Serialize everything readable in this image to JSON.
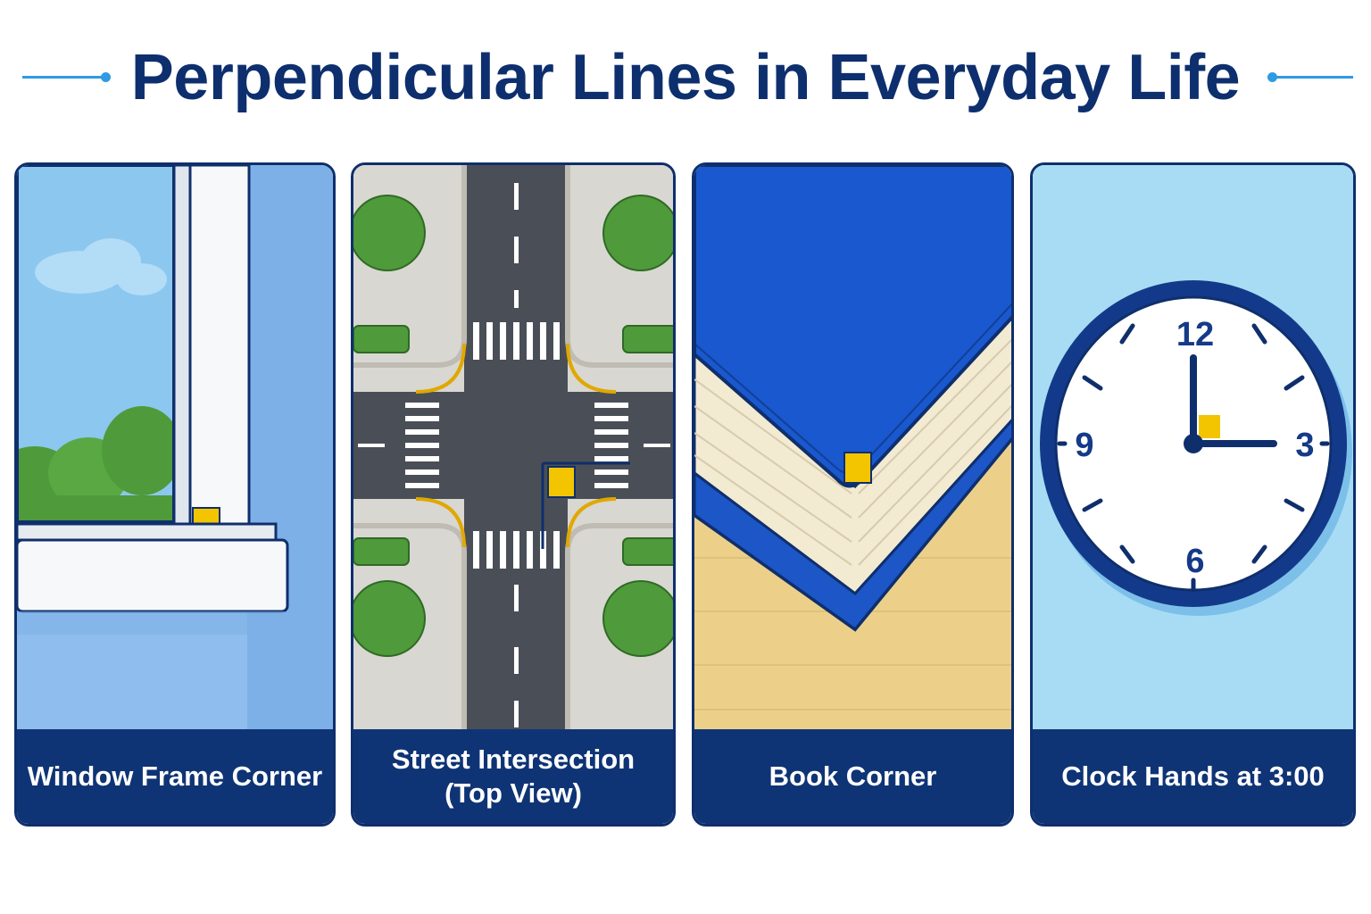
{
  "title": "Perpendicular Lines in Everyday Life",
  "colors": {
    "title": "#0e2f6e",
    "caption_bg": "#0f3475",
    "accent_line": "#2f9be3",
    "right_angle_marker": "#f2c500"
  },
  "cards": [
    {
      "caption": "Window Frame Corner"
    },
    {
      "caption_line1": "Street Intersection",
      "caption_line2": "(Top View)"
    },
    {
      "caption": "Book Corner"
    },
    {
      "caption": "Clock Hands at 3:00"
    }
  ],
  "clock": {
    "numbers": [
      "12",
      "3",
      "6",
      "9"
    ],
    "time": "3:00"
  }
}
